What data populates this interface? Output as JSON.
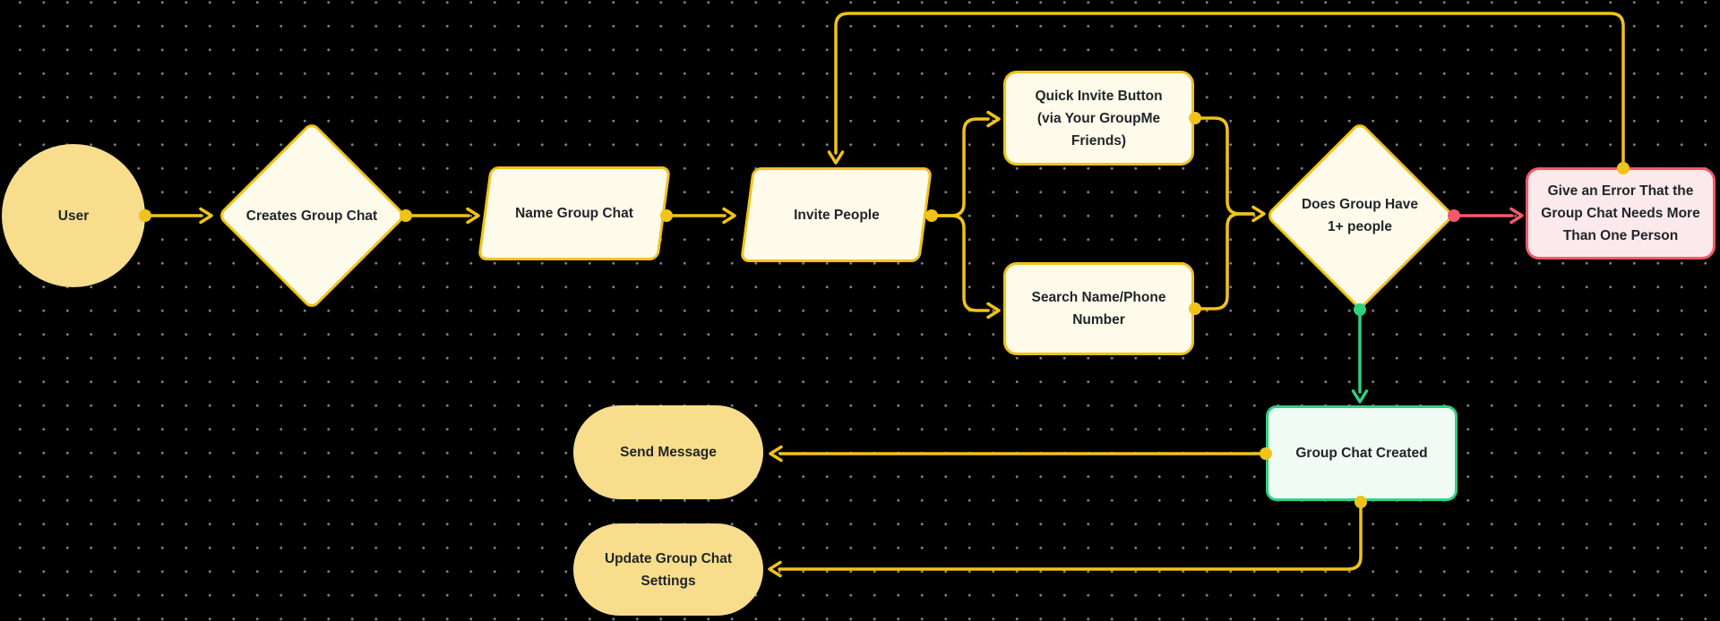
{
  "canvas": {
    "type": "flowchart",
    "background": "#000000",
    "grid": "dot-grid"
  },
  "colors": {
    "edge_yellow": "#F0C31A",
    "edge_red": "#F4596B",
    "edge_green": "#2DD17E",
    "node_cream": "#FFFBEB",
    "node_yellow": "#F7DD8C",
    "node_pink": "#FCE9EC",
    "node_mint": "#F0FBF5",
    "text": "#1F2428"
  },
  "nodes": {
    "user": {
      "label": "User",
      "shape": "circle",
      "fill": "#F7DD8C"
    },
    "creates_group_chat": {
      "label": "Creates Group Chat",
      "shape": "diamond",
      "fill": "#FFFBEB",
      "stroke": "#F0C31A"
    },
    "name_group_chat": {
      "label": "Name Group Chat",
      "shape": "parallelogram",
      "fill": "#FFFBEB",
      "stroke": "#F0C31A"
    },
    "invite_people": {
      "label": "Invite People",
      "shape": "parallelogram",
      "fill": "#FFFBEB",
      "stroke": "#F0C31A"
    },
    "quick_invite": {
      "label": "Quick Invite Button (via Your GroupMe Friends)",
      "shape": "rounded-rect",
      "fill": "#FFFBEB",
      "stroke": "#F0C31A"
    },
    "search_name_phone": {
      "label": "Search Name/Phone Number",
      "shape": "rounded-rect",
      "fill": "#FFFBEB",
      "stroke": "#F0C31A"
    },
    "does_group_have": {
      "label": "Does Group Have 1+ people",
      "shape": "diamond",
      "fill": "#FFFBEB",
      "stroke": "#F0C31A"
    },
    "error_needs_more": {
      "label": "Give an Error That the Group Chat Needs More Than One Person",
      "shape": "rounded-rect",
      "fill": "#FCE9EC",
      "stroke": "#F4596B"
    },
    "group_chat_created": {
      "label": "Group Chat Created",
      "shape": "rounded-rect",
      "fill": "#F0FBF5",
      "stroke": "#2DD17E"
    },
    "send_message": {
      "label": "Send Message",
      "shape": "pill",
      "fill": "#F7DD8C"
    },
    "update_settings": {
      "label": "Update Group Chat Settings",
      "shape": "pill",
      "fill": "#F7DD8C"
    }
  },
  "edges": [
    {
      "from": "user",
      "to": "creates_group_chat",
      "color": "#F0C31A"
    },
    {
      "from": "creates_group_chat",
      "to": "name_group_chat",
      "color": "#F0C31A"
    },
    {
      "from": "name_group_chat",
      "to": "invite_people",
      "color": "#F0C31A"
    },
    {
      "from": "invite_people",
      "to": "quick_invite",
      "color": "#F0C31A"
    },
    {
      "from": "invite_people",
      "to": "search_name_phone",
      "color": "#F0C31A"
    },
    {
      "from": "quick_invite",
      "to": "does_group_have",
      "color": "#F0C31A"
    },
    {
      "from": "search_name_phone",
      "to": "does_group_have",
      "color": "#F0C31A"
    },
    {
      "from": "does_group_have",
      "to": "error_needs_more",
      "color": "#F4596B"
    },
    {
      "from": "error_needs_more",
      "to": "invite_people",
      "color": "#F0C31A"
    },
    {
      "from": "does_group_have",
      "to": "group_chat_created",
      "color": "#2DD17E"
    },
    {
      "from": "group_chat_created",
      "to": "send_message",
      "color": "#F0C31A"
    },
    {
      "from": "group_chat_created",
      "to": "update_settings",
      "color": "#F0C31A"
    }
  ]
}
